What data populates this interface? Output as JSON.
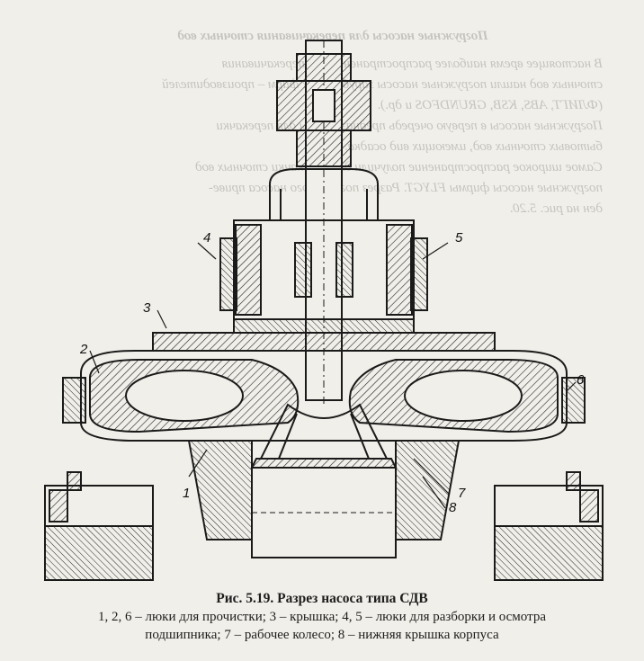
{
  "figure": {
    "callouts": [
      {
        "id": "1",
        "label": "1"
      },
      {
        "id": "2",
        "label": "2"
      },
      {
        "id": "3",
        "label": "3"
      },
      {
        "id": "4",
        "label": "4"
      },
      {
        "id": "5",
        "label": "5"
      },
      {
        "id": "6",
        "label": "6"
      },
      {
        "id": "7",
        "label": "7"
      },
      {
        "id": "8",
        "label": "8"
      }
    ]
  },
  "caption": {
    "title": "Рис. 5.19. Разрез насоса типа СДВ",
    "legend_line1": "1, 2, 6 – люки для прочистки; 3 – крышка; 4, 5 – люки для разборки и осмотра",
    "legend_line2": "подшипника; 7 – рабочее колесо; 8 – нижняя крышка корпуса"
  },
  "bleed_through": {
    "heading": "Погружные насосы для перекачивания сточных вод",
    "lines": [
      "В настоящее время наиболее распространение для перекачивания",
      "сточных вод нашли погружные насосы зарубежных фирм – производителей",
      "(ФЛИГТ, ABS, KSB, GRUNDFOS и др.).",
      "Погружные насосы в первую очередь предназначены для перекачки",
      "бытовых сточных вод, имеющих вид осадка.",
      "Самое широкое распространение получили для перекачки сточных вод",
      "погружные насосы фирмы FLYGT. Разрез погружного насоса приве-",
      "ден на рис. 5.20."
    ]
  }
}
